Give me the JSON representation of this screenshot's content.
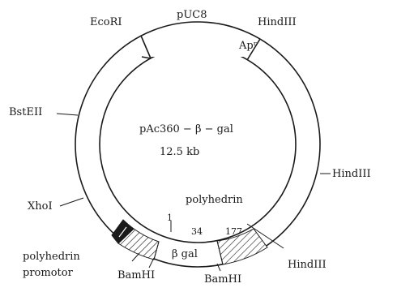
{
  "diagram": {
    "plasmid_top_label": "pUC8",
    "plasmid_name": "pAc360 − β − gal",
    "plasmid_size": "12.5 kb",
    "regions": {
      "amp_resistance": "Apʳ",
      "polyhedrin": "polyhedrin",
      "gene_gal": "β  gal"
    },
    "sites": {
      "ecori": "EcoRI",
      "hindiii_top": "HindIII",
      "hindiii_right": "HindIII",
      "hindiii_bottom": "HindIII",
      "bsteii": "BstEII",
      "xhoi": "XhoI",
      "bamhi_left": "BamHI",
      "bamhi_right": "BamHI"
    },
    "positions": {
      "pos1": "1",
      "pos34": "34",
      "pos177": "177"
    },
    "promoter": {
      "line1": "polyhedrin",
      "line2": "promotor"
    }
  }
}
